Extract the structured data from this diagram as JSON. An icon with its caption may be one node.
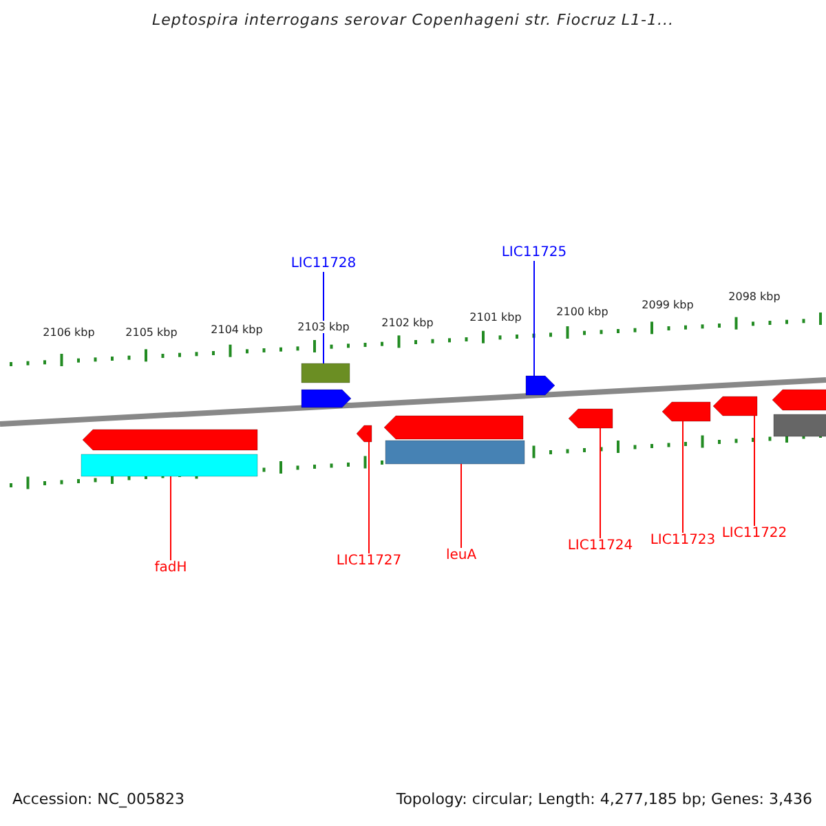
{
  "diagram": {
    "title": "Leptospira interrogans serovar Copenhageni str. Fiocruz L1-1...",
    "nodes": [
      {
        "text": [
          "LIC11728"
        ]
      },
      {
        "text": [
          "LIC11725"
        ]
      },
      {
        "text": [
          "fadH"
        ]
      },
      {
        "text": [
          "LIC11727"
        ]
      },
      {
        "text": [
          "leuA"
        ]
      },
      {
        "text": [
          "LIC11724"
        ]
      },
      {
        "text": [
          "LIC11723"
        ]
      },
      {
        "text": [
          "LIC11722"
        ]
      },
      {
        "text": [],
        "shape": "box"
      },
      {
        "text": [],
        "shape": "arrow"
      },
      {
        "text": [],
        "shape": "arrow"
      },
      {
        "text": [],
        "shape": "arrow"
      },
      {
        "text": [],
        "shape": "bar"
      },
      {
        "text": [],
        "shape": "arrow"
      },
      {
        "text": [],
        "shape": "arrow"
      },
      {
        "text": [],
        "shape": "bar"
      },
      {
        "text": [],
        "shape": "arrow"
      },
      {
        "text": [],
        "shape": "arrow"
      },
      {
        "text": [],
        "shape": "arrow"
      },
      {
        "text": [],
        "shape": "arrow"
      },
      {
        "text": [],
        "shape": "bar"
      }
    ],
    "edges": [
      {
        "from": 0,
        "to": 8,
        "arrow": "none",
        "color": "#0000ff"
      },
      {
        "from": 1,
        "to": 10,
        "arrow": "none",
        "color": "#0000ff"
      },
      {
        "from": 2,
        "to": 12,
        "arrow": "none"
      },
      {
        "from": 3,
        "to": 13,
        "arrow": "none"
      },
      {
        "from": 4,
        "to": 15,
        "arrow": "none"
      },
      {
        "from": 5,
        "to": 16,
        "arrow": "none"
      },
      {
        "from": 6,
        "to": 17,
        "arrow": "none"
      },
      {
        "from": 7,
        "to": 18,
        "arrow": "none"
      }
    ],
    "labels": [
      "2106 kbp",
      "2105 kbp",
      "2104 kbp",
      "2103 kbp",
      "2102 kbp",
      "2101 kbp",
      "2100 kbp",
      "2099 kbp",
      "2098 kbp",
      "Accession: NC_005823",
      "Topology: circular; Length: 4,277,185 bp; Genes: 3,436"
    ]
  }
}
